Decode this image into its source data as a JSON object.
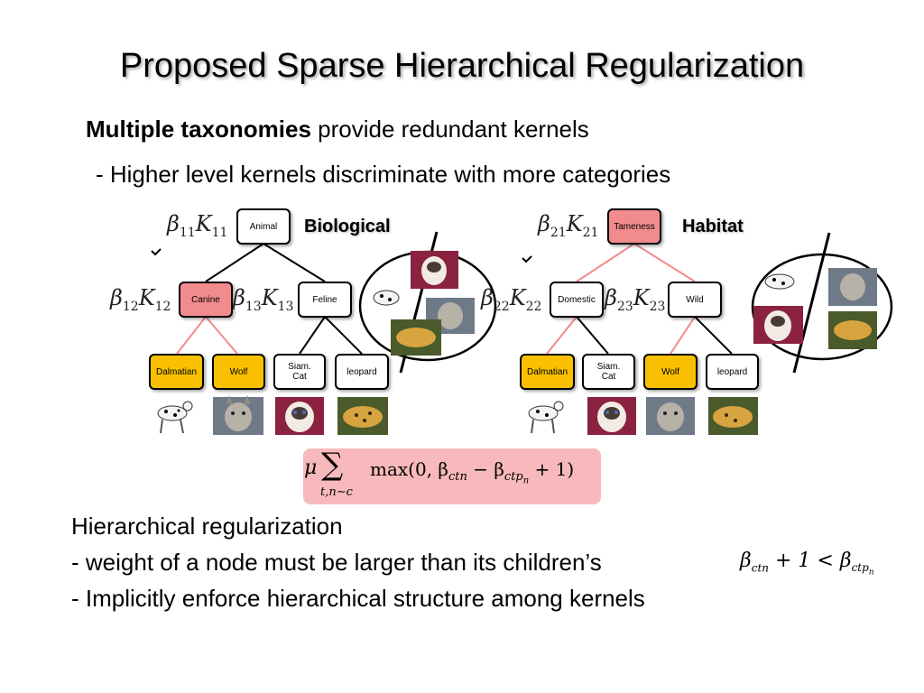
{
  "slide": {
    "title": "Proposed Sparse Hierarchical Regularization",
    "line1_bold": "Multiple taxonomies",
    "line1_rest": " provide redundant kernels",
    "line2": "- Higher level kernels discriminate with more categories"
  },
  "tree_bio": {
    "label": "Biological",
    "root": "Animal",
    "mid": [
      "Canine",
      "Feline"
    ],
    "leaves": [
      "Dalmatian",
      "Wolf",
      "Siam. Cat",
      "leopard"
    ],
    "weights": [
      "β",
      "K",
      "11",
      "12",
      "13"
    ]
  },
  "tree_hab": {
    "label": "Habitat",
    "root": "Tameness",
    "mid": [
      "Domestic",
      "Wild"
    ],
    "leaves": [
      "Dalmatian",
      "Siam. Cat",
      "Wolf",
      "leopard"
    ],
    "weights": [
      "21",
      "22",
      "23"
    ]
  },
  "formula": {
    "mu": "μ",
    "sum_sub": "t,n∼c",
    "body": "max(0, β",
    "ctn": "ctn",
    "minus": " − β",
    "ctpn": "ctp",
    "n": "n",
    "end": " + 1)"
  },
  "bottom": {
    "line1": "Hierarchical regularization",
    "line2": "- weight of a node must be larger than its children’s",
    "line3": "- Implicitly enforce hierarchical structure among kernels",
    "ineq_a": "β",
    "ineq_sub1": "ctn",
    "ineq_mid": " + 1 < β",
    "ineq_sub2": "ctp",
    "ineq_n": "n"
  },
  "colors": {
    "pink": "#f28b8d",
    "gold": "#f8c000",
    "formula_bg": "#f7b9bc"
  }
}
